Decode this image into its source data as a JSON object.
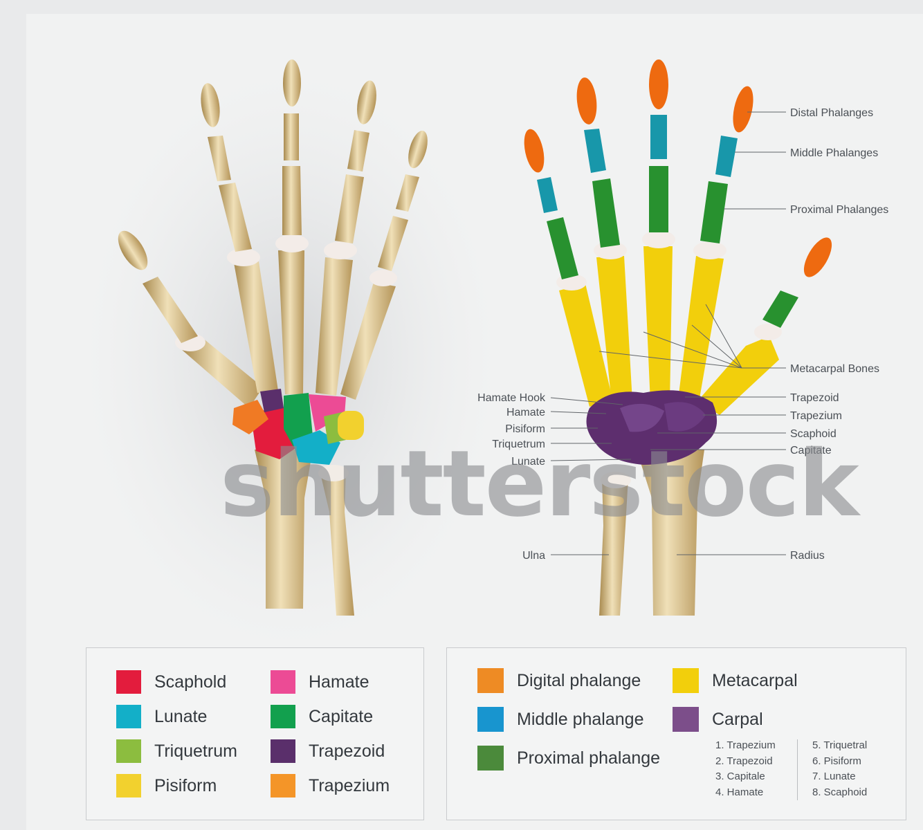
{
  "watermark": "shutterstock",
  "right_hand_labels": {
    "right": {
      "distal": "Distal Phalanges",
      "middle": "Middle Phalanges",
      "proximal": "Proximal Phalanges",
      "metacarpal": "Metacarpal Bones",
      "trapezoid": "Trapezoid",
      "trapezium": "Trapezium",
      "scaphoid": "Scaphoid",
      "capitate": "Capitate",
      "radius": "Radius"
    },
    "left": {
      "hamate_hook": "Hamate Hook",
      "hamate": "Hamate",
      "pisiform": "Pisiform",
      "triquetrum": "Triquetrum",
      "lunate": "Lunate",
      "ulna": "Ulna"
    }
  },
  "legend_carpals": {
    "items": [
      {
        "label": "Scaphold",
        "color": "#e31c3d"
      },
      {
        "label": "Lunate",
        "color": "#13afc8"
      },
      {
        "label": "Triquetrum",
        "color": "#8cbd3f"
      },
      {
        "label": "Pisiform",
        "color": "#f2d12e"
      },
      {
        "label": "Hamate",
        "color": "#ec4b95"
      },
      {
        "label": "Capitate",
        "color": "#12a04e"
      },
      {
        "label": "Trapezoid",
        "color": "#5a2f6b"
      },
      {
        "label": "Trapezium",
        "color": "#f49528"
      }
    ]
  },
  "legend_regions": {
    "items": [
      {
        "label": "Digital phalange",
        "color": "#ee8b24"
      },
      {
        "label": "Middle phalange",
        "color": "#1895cf"
      },
      {
        "label": "Proximal phalange",
        "color": "#4b8a3b"
      },
      {
        "label": "Metacarpal",
        "color": "#f2cf0c"
      },
      {
        "label": "Carpal",
        "color": "#7c4e8a"
      }
    ],
    "carpal_list_a": [
      "1. Trapezium",
      "2. Trapezoid",
      "3. Capitale",
      "4. Hamate"
    ],
    "carpal_list_b": [
      "5. Triquetral",
      "6. Pisiform",
      "7. Lunate",
      "8. Scaphoid"
    ]
  }
}
